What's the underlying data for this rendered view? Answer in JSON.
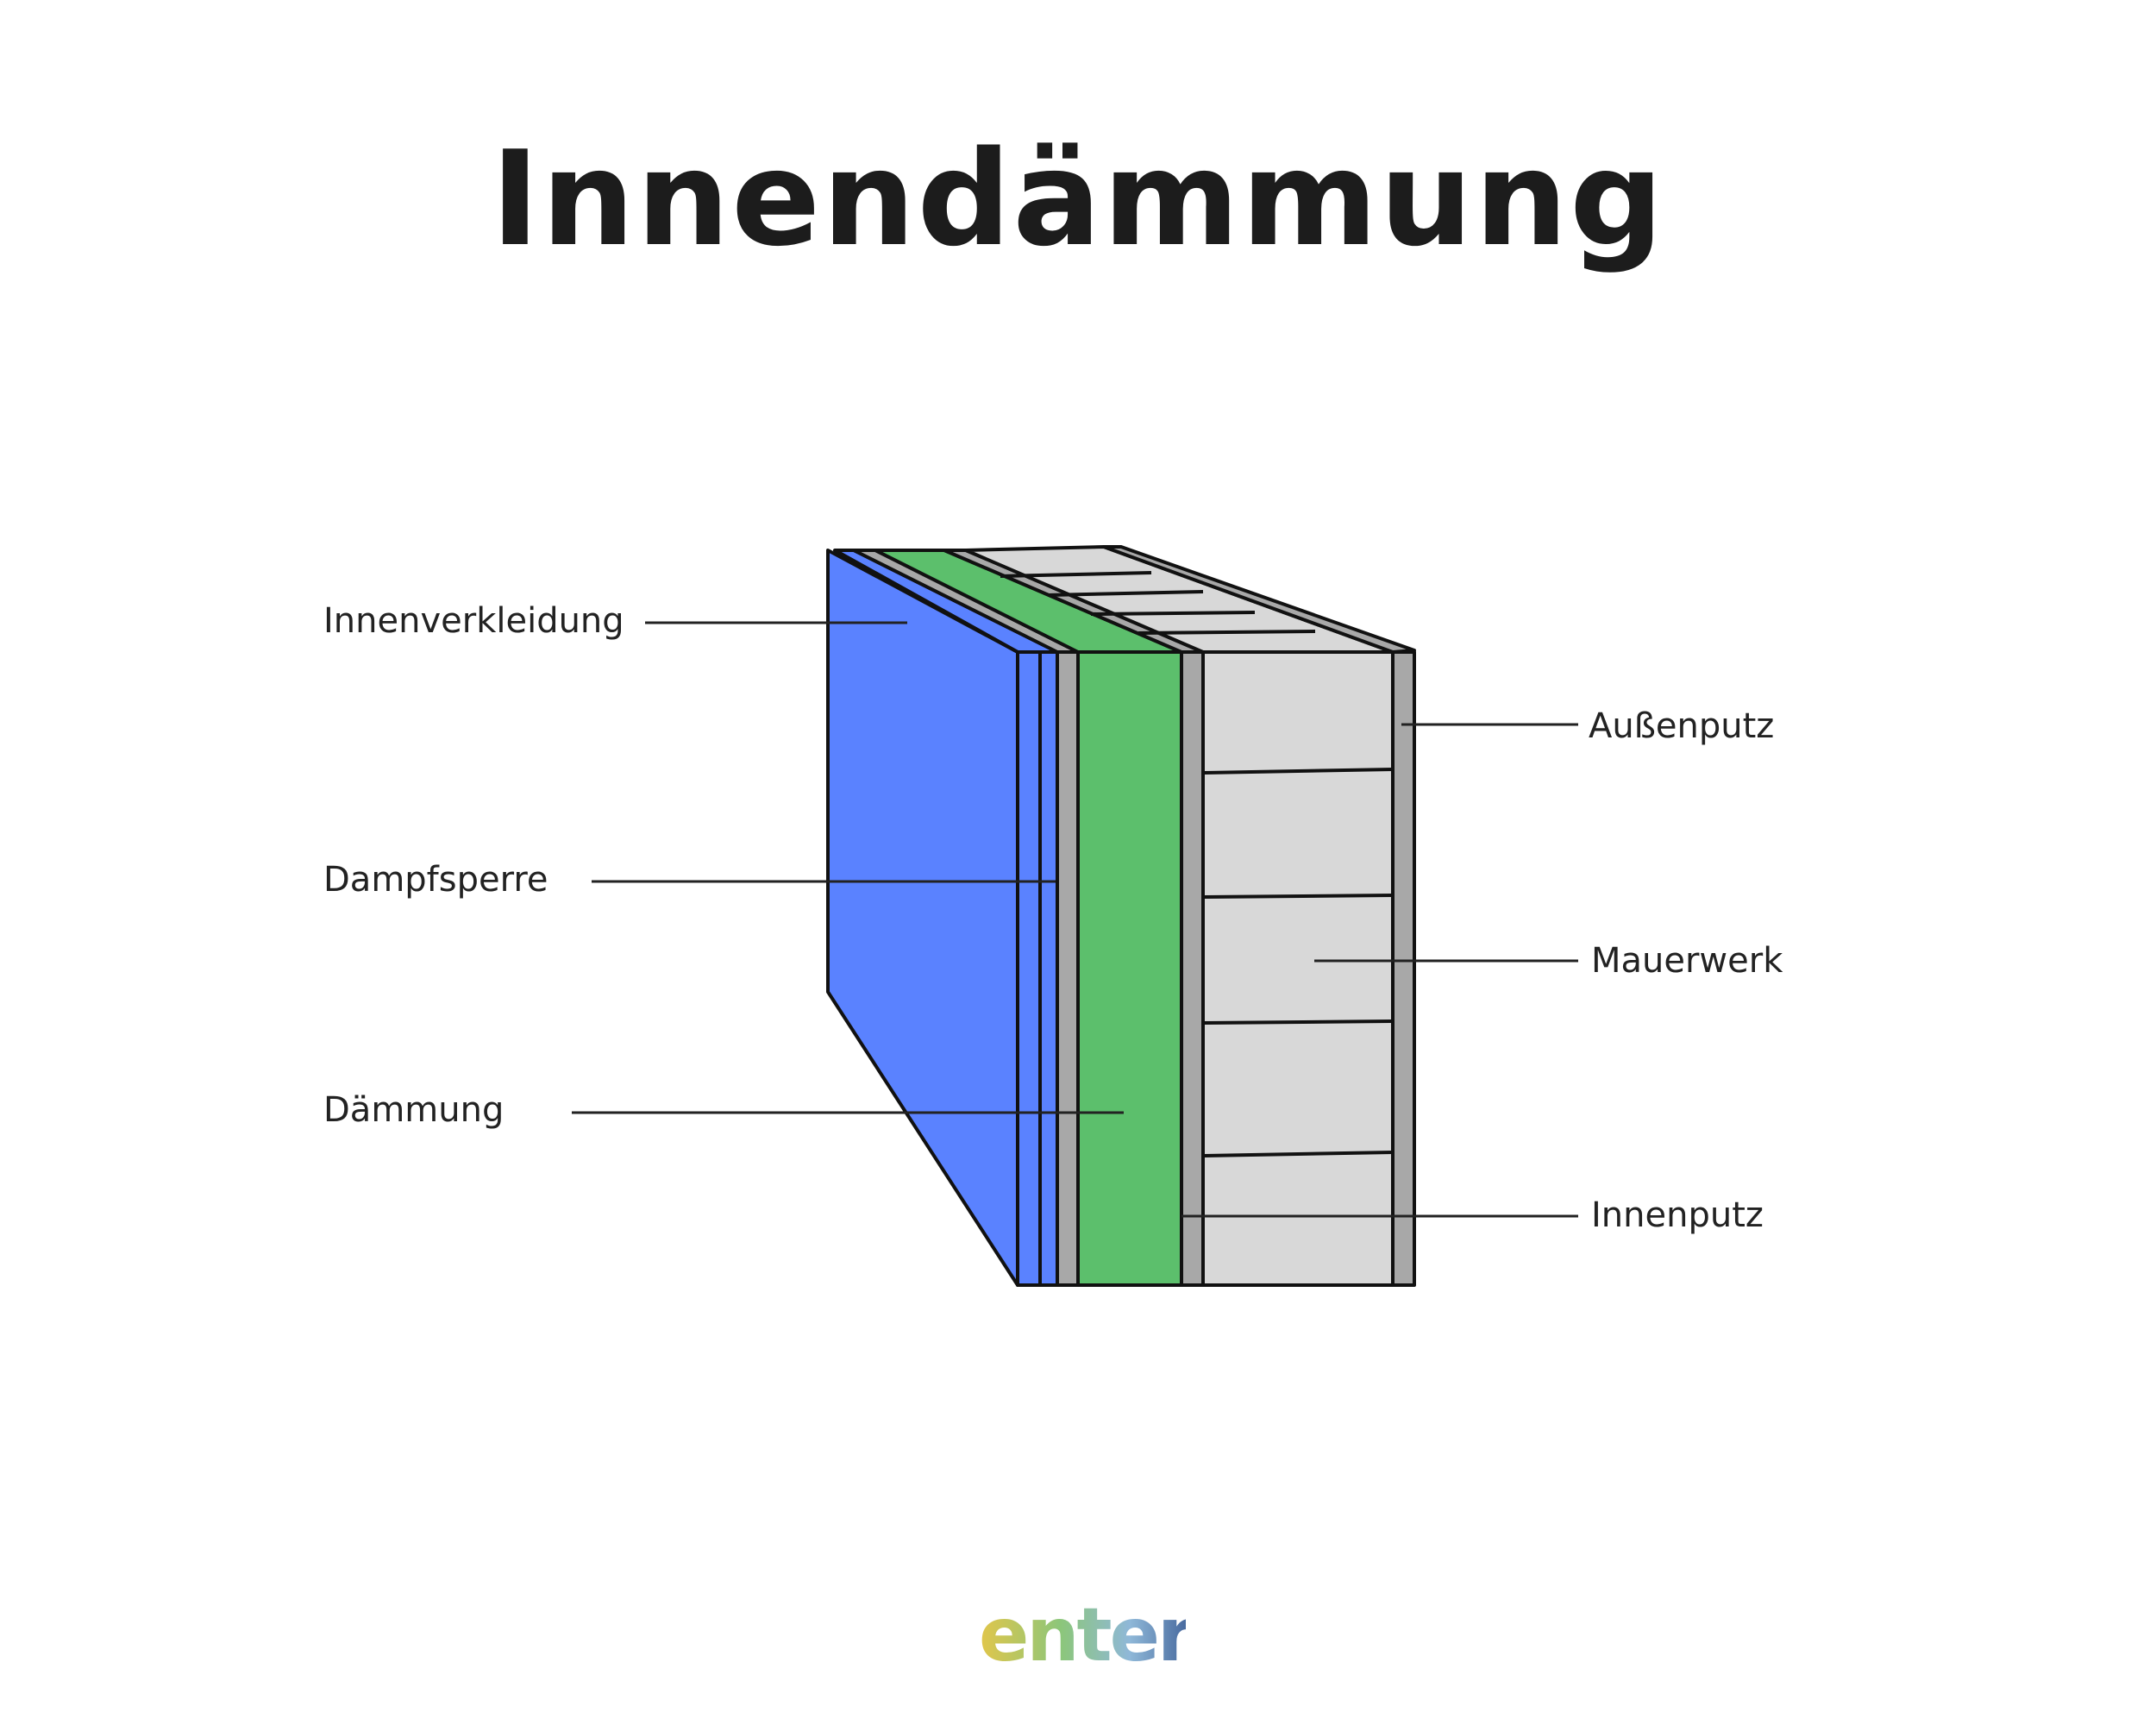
{
  "title": "Innendämmung",
  "labels": {
    "innenverkleidung": "Innenverkleidung",
    "dampfsperre": "Dampfsperre",
    "daemmung": "Dämmung",
    "aussenputz": "Außenputz",
    "mauerwerk": "Mauerwerk",
    "innenputz": "Innenputz"
  },
  "logo": {
    "text": "enter"
  },
  "colors": {
    "cladding": "#5A82FF",
    "insulation": "#5CBF6C",
    "vapor_barrier": "#A8A8A8",
    "plaster": "#A8A8A8",
    "masonry": "#D8D8D8",
    "ink": "#111111",
    "logo_gradient": [
      "#E2C64A",
      "#8CC67A",
      "#8FB8D8",
      "#3E5F97"
    ]
  }
}
